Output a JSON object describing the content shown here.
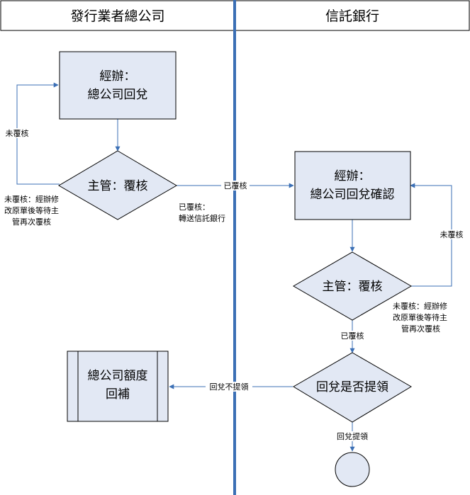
{
  "lanes": {
    "left_title": "發行業者總公司",
    "right_title": "信託銀行"
  },
  "nodes": {
    "clerk_left": {
      "line1": "經辦：",
      "line2": "總公司回兌"
    },
    "supervisor_left": {
      "label": "主管：覆核"
    },
    "clerk_right": {
      "line1": "經辦：",
      "line2": "總公司回兌確認"
    },
    "supervisor_right": {
      "label": "主管：覆核"
    },
    "decision_withdraw": {
      "label": "回兌是否提領"
    },
    "quota_replenish": {
      "line1": "總公司額度",
      "line2": "回補"
    }
  },
  "edges": {
    "left_loop_label": "未覆核",
    "left_unreviewed_note": [
      "未覆核：經辦修",
      "改原單後等待主",
      "管再次覆核"
    ],
    "reviewed_label": "已覆核",
    "reviewed_note": [
      "已覆核：",
      "轉送信託銀行"
    ],
    "right_loop_label": "未覆核",
    "right_unreviewed_note": [
      "未覆核：經辦修",
      "改原單後等待主",
      "管再次覆核"
    ],
    "right_reviewed_label": "已覆核",
    "no_withdraw_label": "回兌不提領",
    "withdraw_label": "回兌提領"
  },
  "colors": {
    "node_fill": "#e2e8f4",
    "divider": "#3b6fb5",
    "connector": "#3b6fb5"
  }
}
